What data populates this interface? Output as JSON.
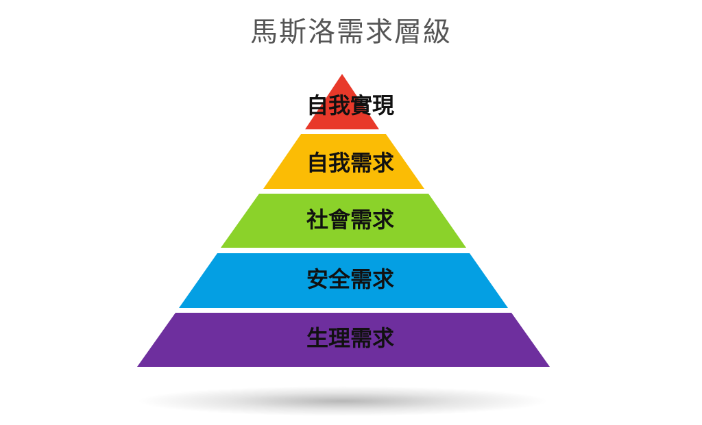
{
  "title": "馬斯洛需求層級",
  "levels": [
    {
      "label": "自我實現",
      "color": "#e8392a"
    },
    {
      "label": "自我需求",
      "color": "#fbbc05"
    },
    {
      "label": "社會需求",
      "color": "#8bd22a"
    },
    {
      "label": "安全需求",
      "color": "#049fe3"
    },
    {
      "label": "生理需求",
      "color": "#6e2f9e"
    }
  ]
}
